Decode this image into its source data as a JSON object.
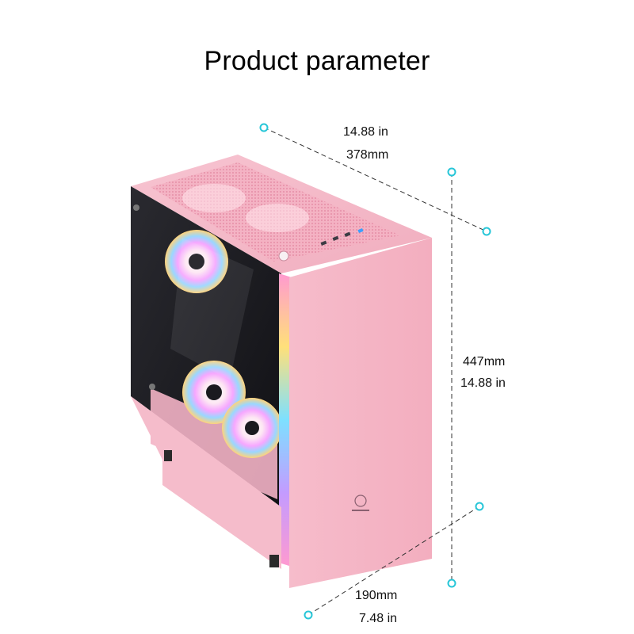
{
  "title": "Product parameter",
  "dimensions": {
    "width_in": "14.88 in",
    "width_mm": "378mm",
    "height_mm": "447mm",
    "height_in": "14.88 in",
    "depth_mm": "190mm",
    "depth_in": "7.48 in"
  },
  "colors": {
    "case_body": "#f4b6c6",
    "case_side": "#f7c3d0",
    "marker": "#27c6d8"
  }
}
